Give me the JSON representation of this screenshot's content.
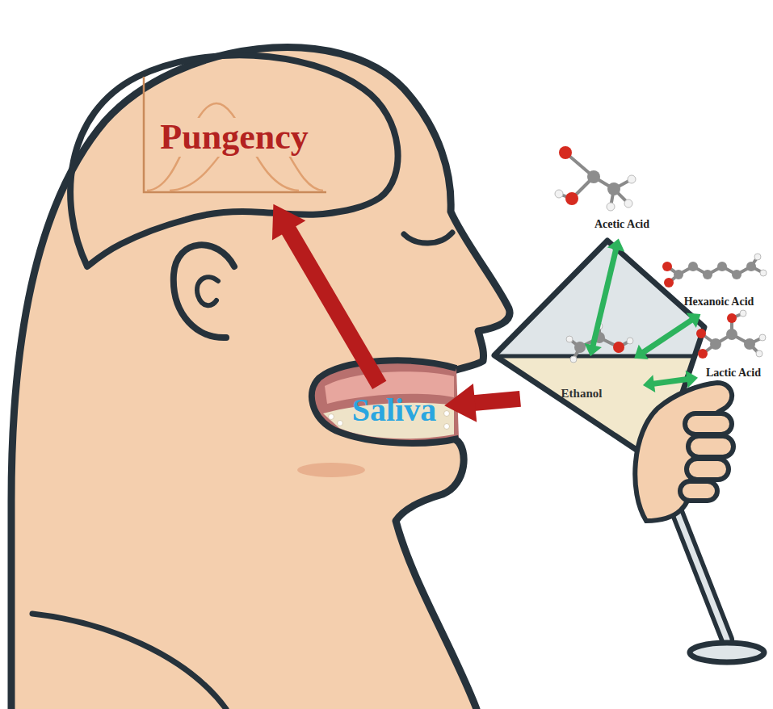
{
  "diagram": {
    "nodes": [
      {
        "text": [
          "Pungency"
        ]
      },
      {
        "text": [
          "Saliva"
        ]
      },
      {
        "text": [
          "Ethanol"
        ]
      },
      {
        "text": [
          "Acetic Acid"
        ]
      },
      {
        "text": [
          "Hexanoic Acid"
        ]
      },
      {
        "text": [
          "Lactic Acid"
        ]
      }
    ],
    "edges": [
      {
        "from": 2,
        "to": 1,
        "arrow": "to"
      },
      {
        "from": 1,
        "to": 0,
        "arrow": "to"
      },
      {
        "from": 2,
        "to": 3,
        "arrow": "both"
      },
      {
        "from": 2,
        "to": 4,
        "arrow": "both"
      },
      {
        "from": 2,
        "to": 5,
        "arrow": "both"
      }
    ]
  }
}
